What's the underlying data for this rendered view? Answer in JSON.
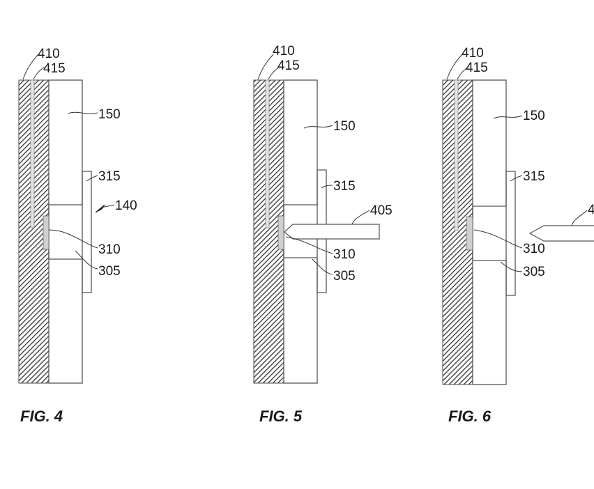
{
  "figures": [
    {
      "caption": "FIG. 4",
      "labels": {
        "outer_layer": "410",
        "inner_layer": "415",
        "panel": "150",
        "flange": "315",
        "assembly": "140",
        "insert": "310",
        "body": "305"
      }
    },
    {
      "caption": "FIG. 5",
      "labels": {
        "outer_layer": "410",
        "inner_layer": "415",
        "panel": "150",
        "flange": "315",
        "tool": "405",
        "insert": "310",
        "body": "305"
      }
    },
    {
      "caption": "FIG. 6",
      "labels": {
        "outer_layer": "410",
        "inner_layer": "415",
        "panel": "150",
        "flange": "315",
        "tool_partial": "4",
        "insert": "310",
        "body": "305"
      }
    }
  ],
  "colors": {
    "ink": "#1a1a1a",
    "hatch_dense": "#3a3a3a",
    "hatch_light": "#555555",
    "paper": "#ffffff"
  }
}
